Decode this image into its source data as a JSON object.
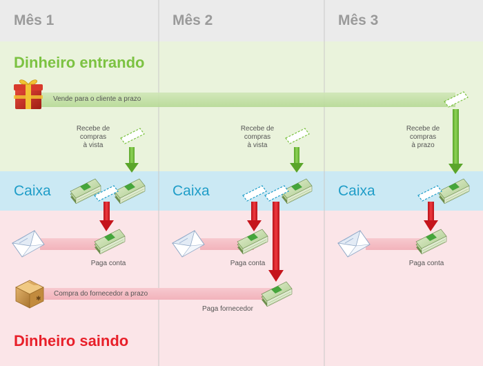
{
  "months": [
    "Mês 1",
    "Mês 2",
    "Mês 3"
  ],
  "sections": {
    "money_in": "Dinheiro entrando",
    "cash": "Caixa",
    "money_out": "Dinheiro saindo"
  },
  "labels": {
    "sell_on_credit": "Vende para o cliente a prazo",
    "receive_cash_sales": [
      "Recebe de",
      "compras",
      "à vista"
    ],
    "receive_credit_sales": [
      "Recebe de",
      "compras",
      "à prazo"
    ],
    "pay_bill": "Paga conta",
    "buy_supplier_credit": "Compra do fornecedor a prazo",
    "pay_supplier": "Paga fornecedor"
  },
  "icons": [
    "gift-box-icon",
    "envelope-icon",
    "cardboard-box-icon",
    "money-stack-icon",
    "dashed-bill-icon",
    "arrow-down-icon"
  ],
  "colors": {
    "month_bg": "#ebebeb",
    "in_bg": "#eaf3dc",
    "cash_bg": "#cbe9f4",
    "out_bg": "#fbe5e8",
    "green": "#7cc242",
    "red": "#e8202a",
    "blue": "#1f9dc8"
  }
}
